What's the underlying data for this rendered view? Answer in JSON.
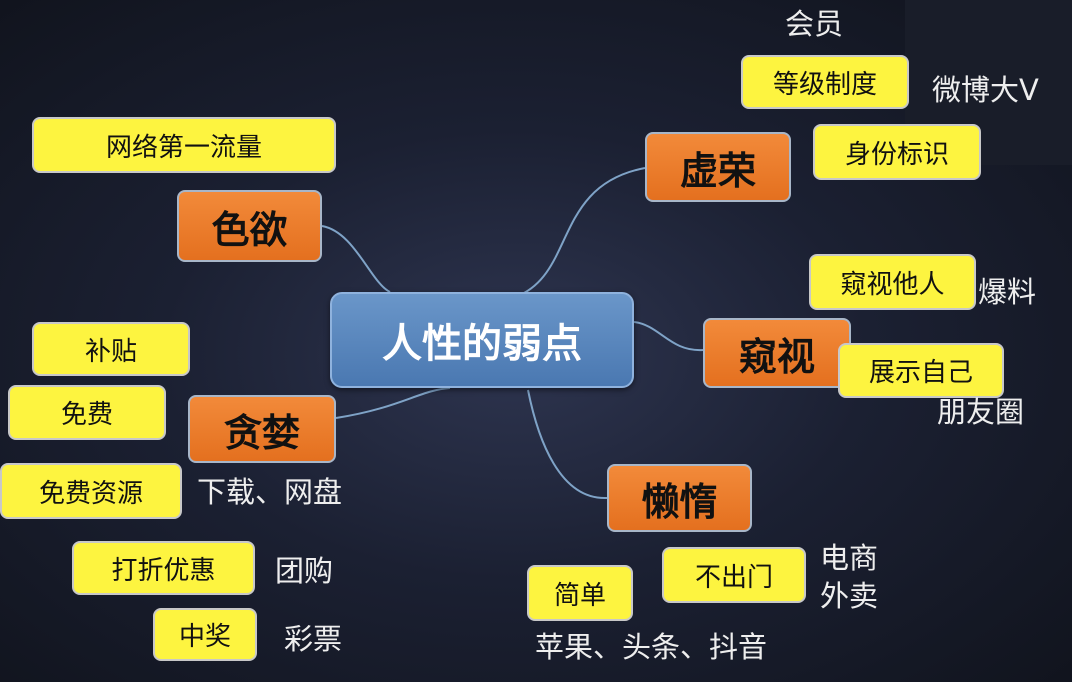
{
  "colors": {
    "center_fill": "#5b87c0",
    "category_fill": "#ed7d31",
    "tag_fill": "#fdf440",
    "link_stroke": "#7fa3c7",
    "background": "#1b2032"
  },
  "center": {
    "label": "人性的弱点"
  },
  "branches": {
    "vanity": {
      "label": "虚荣",
      "tags": [
        "等级制度",
        "身份标识"
      ],
      "notes": [
        "会员",
        "微博大V"
      ]
    },
    "lust": {
      "label": "色欲",
      "tags": [
        "网络第一流量"
      ]
    },
    "peep": {
      "label": "窥视",
      "tags": [
        "窥视他人",
        "展示自己"
      ],
      "notes": [
        "爆料",
        "朋友圈"
      ]
    },
    "greed": {
      "label": "贪婪",
      "tags": [
        "补贴",
        "免费",
        "免费资源",
        "打折优惠",
        "中奖"
      ],
      "notes": [
        "下载、网盘",
        "团购",
        "彩票"
      ]
    },
    "lazy": {
      "label": "懒惰",
      "tags": [
        "不出门",
        "简单"
      ],
      "notes": [
        "电商",
        "外卖",
        "苹果、头条、抖音"
      ]
    }
  }
}
